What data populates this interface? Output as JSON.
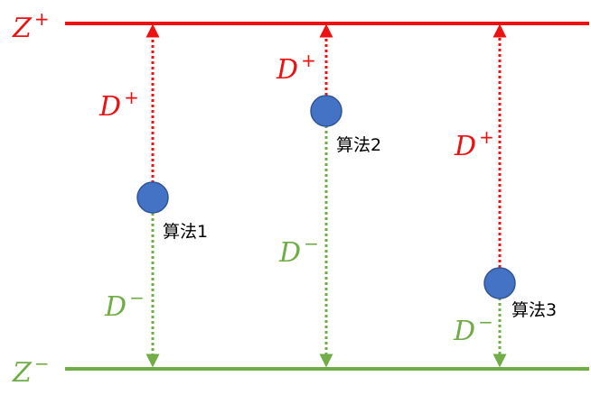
{
  "colors": {
    "upper": "#ee1111",
    "lower": "#70ad47",
    "point": "#4472c4",
    "point_stroke": "#2f5597",
    "label": "#000000"
  },
  "bounds": {
    "upper": {
      "base": "Z",
      "sup": "+"
    },
    "lower": {
      "base": "Z",
      "sup": "−"
    }
  },
  "distances": {
    "plus": {
      "base": "D",
      "sup": "+"
    },
    "minus": {
      "base": "D",
      "sup": "−"
    }
  },
  "algorithms": [
    {
      "label": "算法1"
    },
    {
      "label": "算法2"
    },
    {
      "label": "算法3"
    }
  ]
}
